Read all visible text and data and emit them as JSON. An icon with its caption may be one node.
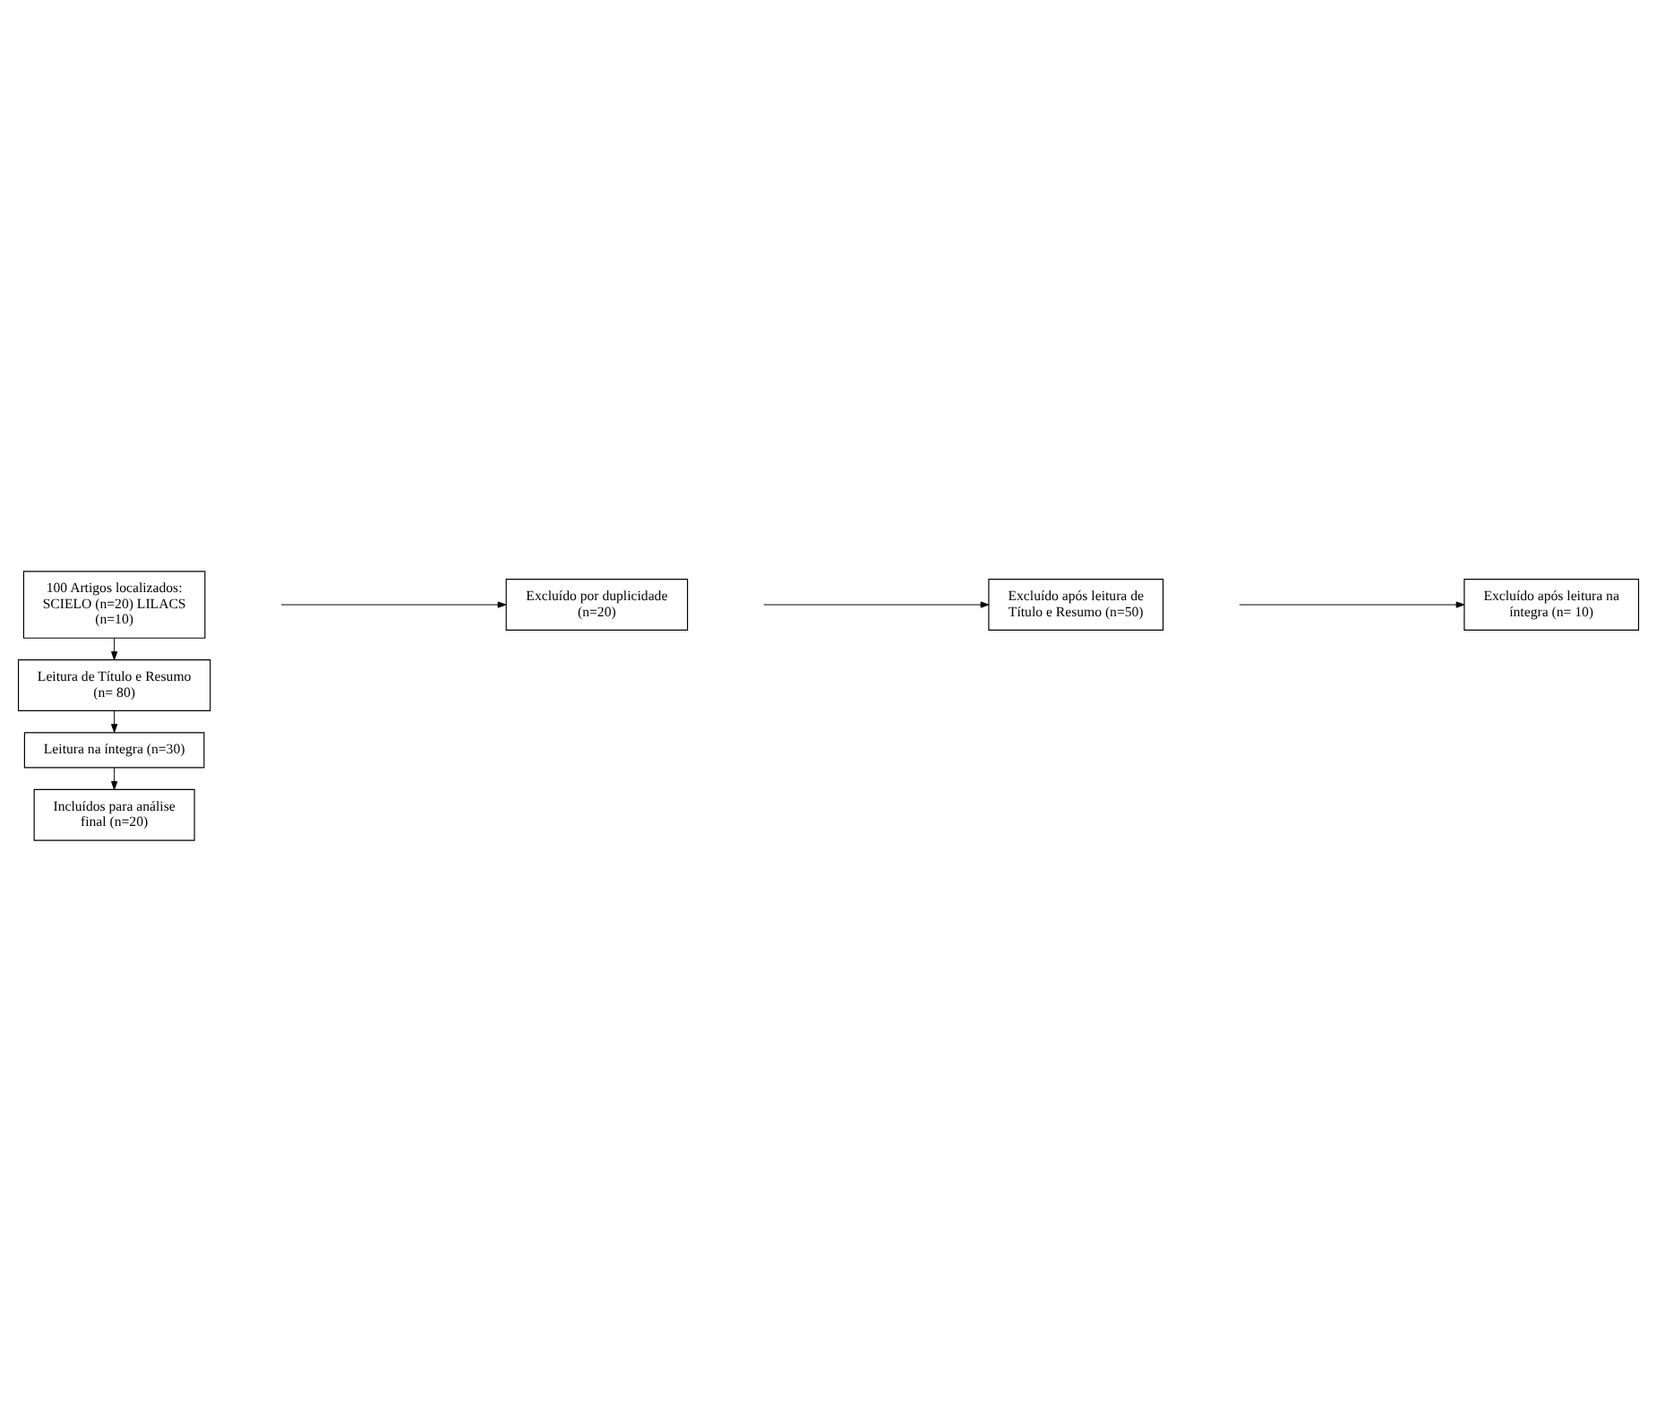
{
  "diagram": {
    "nodes": [
      {
        "text": [
          "100 Artigos localizados: SCIELO (n=20) LILACS (n=10)"
        ]
      },
      {
        "text": [
          "Excluído por duplicidade (n=20)"
        ]
      },
      {
        "text": [
          "Leitura de Título e Resumo (n= 80)"
        ]
      },
      {
        "text": [
          "Excluído após leitura de Título e Resumo (n=50)"
        ]
      },
      {
        "text": [
          "Leitura na íntegra (n=30)"
        ]
      },
      {
        "text": [
          "Excluído após leitura na íntegra (n= 10)"
        ]
      },
      {
        "text": [
          "Incluídos para análise final (n=20)"
        ]
      }
    ],
    "edges": [
      {
        "from": 0,
        "to": 2,
        "arrow": "to"
      },
      {
        "from": null,
        "to": 1,
        "arrow": "to"
      },
      {
        "from": 2,
        "to": 4,
        "arrow": "to"
      },
      {
        "from": null,
        "to": 3,
        "arrow": "to"
      },
      {
        "from": 4,
        "to": 6,
        "arrow": "to"
      },
      {
        "from": null,
        "to": 5,
        "arrow": "to"
      }
    ]
  }
}
